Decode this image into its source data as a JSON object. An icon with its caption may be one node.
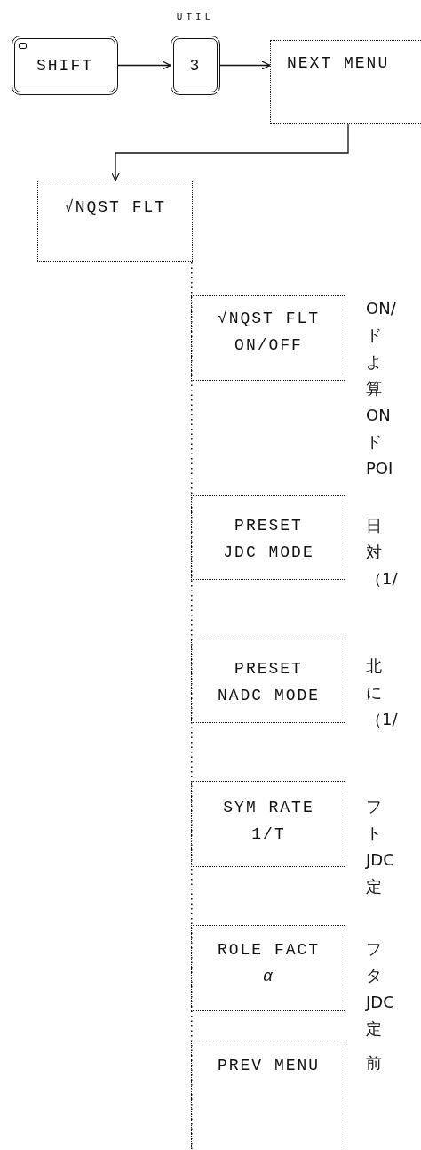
{
  "diagram": {
    "nodes": [
      {
        "text": [
          "SHIFT"
        ]
      },
      {
        "text": [
          "3"
        ],
        "beside": [
          "UTIL"
        ]
      },
      {
        "text": [
          "NEXT MENU"
        ]
      },
      {
        "text": [
          "√NQST FLT"
        ]
      },
      {
        "text": [
          "√NQST FLT ON/OFF"
        ],
        "beside": [
          "ON/",
          "ド",
          "よ",
          "算",
          "ON",
          "ド",
          "POI"
        ]
      },
      {
        "text": [
          "PRESET JDC MODE"
        ],
        "beside": [
          "日",
          "対",
          "（1/"
        ]
      },
      {
        "text": [
          "PRESET NADC MODE"
        ],
        "beside": [
          "北",
          "に",
          "（1/"
        ]
      },
      {
        "text": [
          "SYM RATE 1/T"
        ],
        "beside": [
          "フ",
          "ト",
          "JDC",
          "定"
        ]
      },
      {
        "text": [
          "ROLE FACT *α*"
        ],
        "beside": [
          "フ",
          "タ",
          "JDC",
          "定"
        ]
      },
      {
        "text": [
          "PREV MENU"
        ],
        "beside": [
          "前"
        ]
      }
    ],
    "edges": [
      {
        "from": 0,
        "to": 1,
        "arrow": "to"
      },
      {
        "from": 1,
        "to": 2,
        "arrow": "to"
      },
      {
        "from": 2,
        "to": 3,
        "arrow": "to"
      }
    ]
  }
}
